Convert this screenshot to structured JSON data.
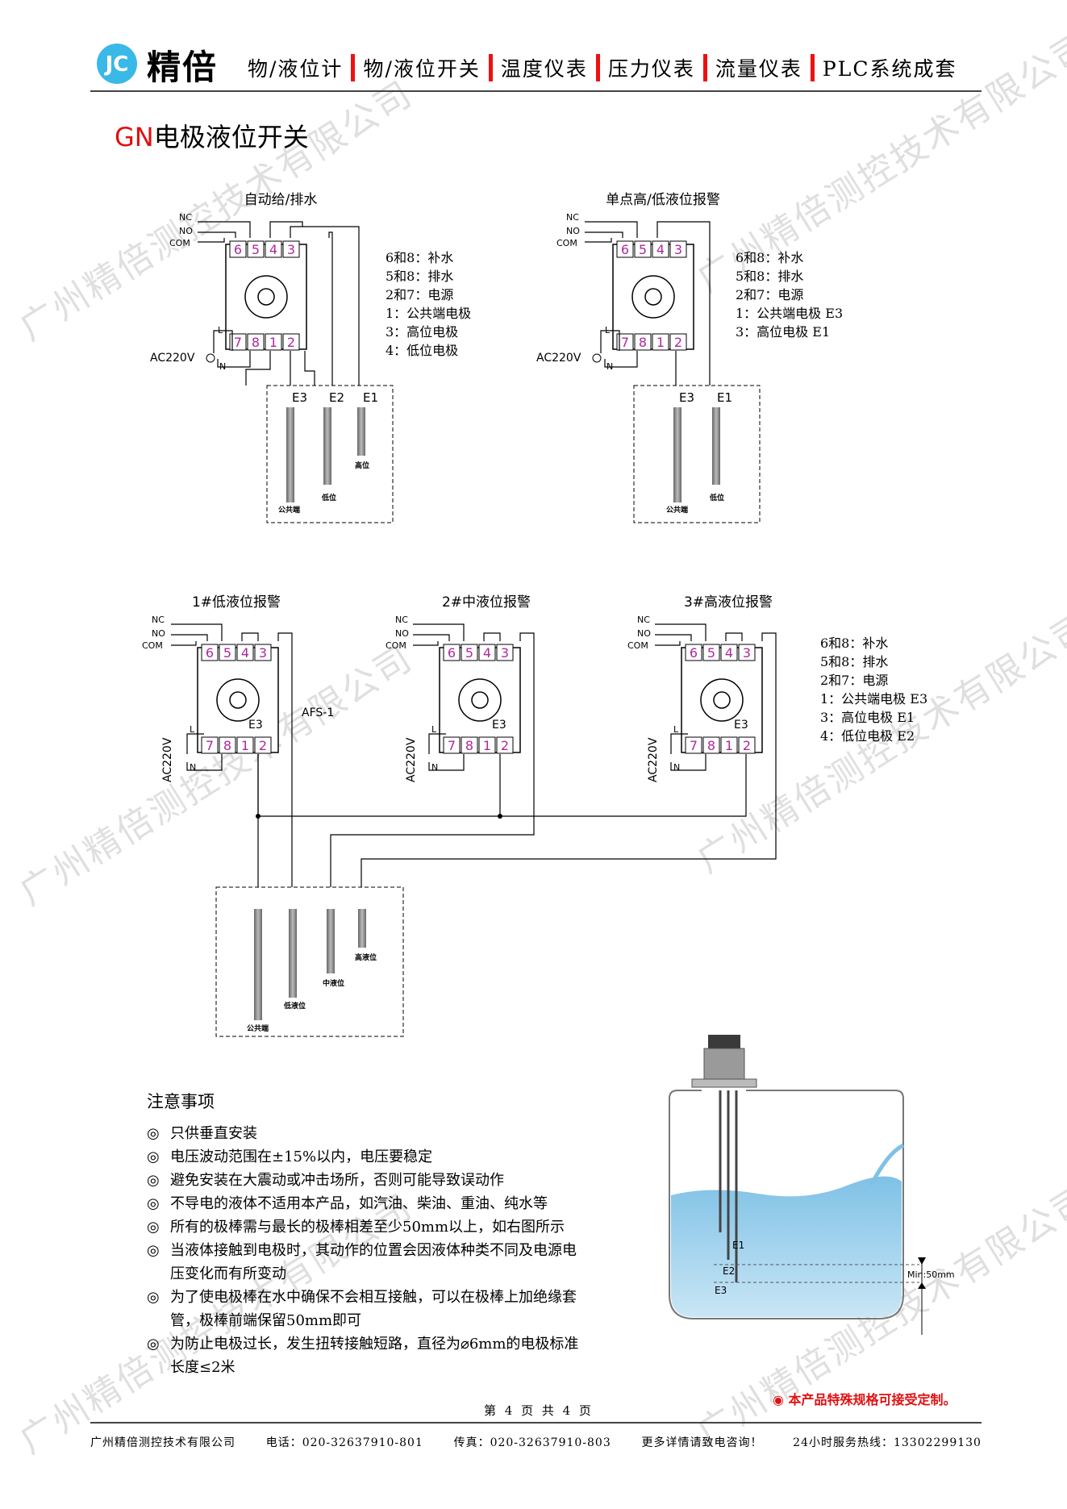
{
  "header": {
    "logo_text": "精倍",
    "nav": [
      "物/液位计",
      "物/液位开关",
      "温度仪表",
      "压力仪表",
      "流量仪表",
      "PLC系统成套"
    ]
  },
  "title_prefix": "GN",
  "title_main": "电极液位开关",
  "diagrams": {
    "auto": {
      "title": "自动给/排水"
    },
    "single": {
      "title": "单点高/低液位报警"
    },
    "low": {
      "title": "1#低液位报警"
    },
    "mid": {
      "title": "2#中液位报警"
    },
    "high": {
      "title": "3#高液位报警"
    },
    "terminals_top": [
      "6",
      "5",
      "4",
      "3"
    ],
    "terminals_bottom": [
      "7",
      "8",
      "1",
      "2"
    ],
    "nc": "NC",
    "no": "NO",
    "com": "COM",
    "ac": "AC220V",
    "l": "L",
    "n": "N",
    "e1": "E1",
    "e2": "E2",
    "e3": "E3",
    "afs": "AFS-1",
    "common": "公共端",
    "low_label": "低位",
    "high_label": "高位",
    "low_level": "低液位",
    "mid_level": "中液位",
    "high_level": "高液位",
    "legend_auto": [
      "6和8：补水",
      "5和8：排水",
      "2和7：电源",
      "1：公共端电极",
      "3：高位电极",
      "4：低位电极"
    ],
    "legend_single": [
      "6和8：补水",
      "5和8：排水",
      "2和7：电源",
      "1：公共端电极 E3",
      "3：高位电极 E1"
    ],
    "legend_triple": [
      "6和8：补水",
      "5和8：排水",
      "2和7：电源",
      "1：公共端电极 E3",
      "3：高位电极 E1",
      "4：低位电极 E2"
    ]
  },
  "tank": {
    "e1": "E1",
    "e2": "E2",
    "e3": "E3",
    "min_label": "Min:50mm"
  },
  "notes": {
    "heading": "注意事项",
    "items": [
      "只供垂直安装",
      "电压波动范围在±15%以内，电压要稳定",
      "避免安装在大震动或冲击场所，否则可能导致误动作",
      "不导电的液体不适用本产品，如汽油、柴油、重油、纯水等",
      "所有的极棒需与最长的极棒相差至少50mm以上，如右图所示",
      "当液体接触到电极时，其动作的位置会因液体种类不同及电源电压变化而有所变动",
      "为了使电极棒在水中确保不会相互接触，可以在极棒上加绝缘套管，极棒前端保留50mm即可",
      "为防止电极过长，发生扭转接触短路，直径为⌀6mm的电极标准长度≤2米"
    ]
  },
  "page_number": "第 4 页 共 4 页",
  "custom_note": "本产品特殊规格可接受定制。",
  "footer": {
    "company": "广州精倍测控技术有限公司",
    "phone": "电话：020-32637910-801",
    "fax": "传真：020-32637910-803",
    "consult": "更多详情请致电咨询！",
    "hotline": "24小时服务热线：13302299130"
  },
  "watermark": "广州精倍测控技术有限公司",
  "colors": {
    "accent_red": "#e01010",
    "logo_blue": "#3ab8e8",
    "terminal_magenta": "#b0289c",
    "water": "#a8d6ee"
  }
}
